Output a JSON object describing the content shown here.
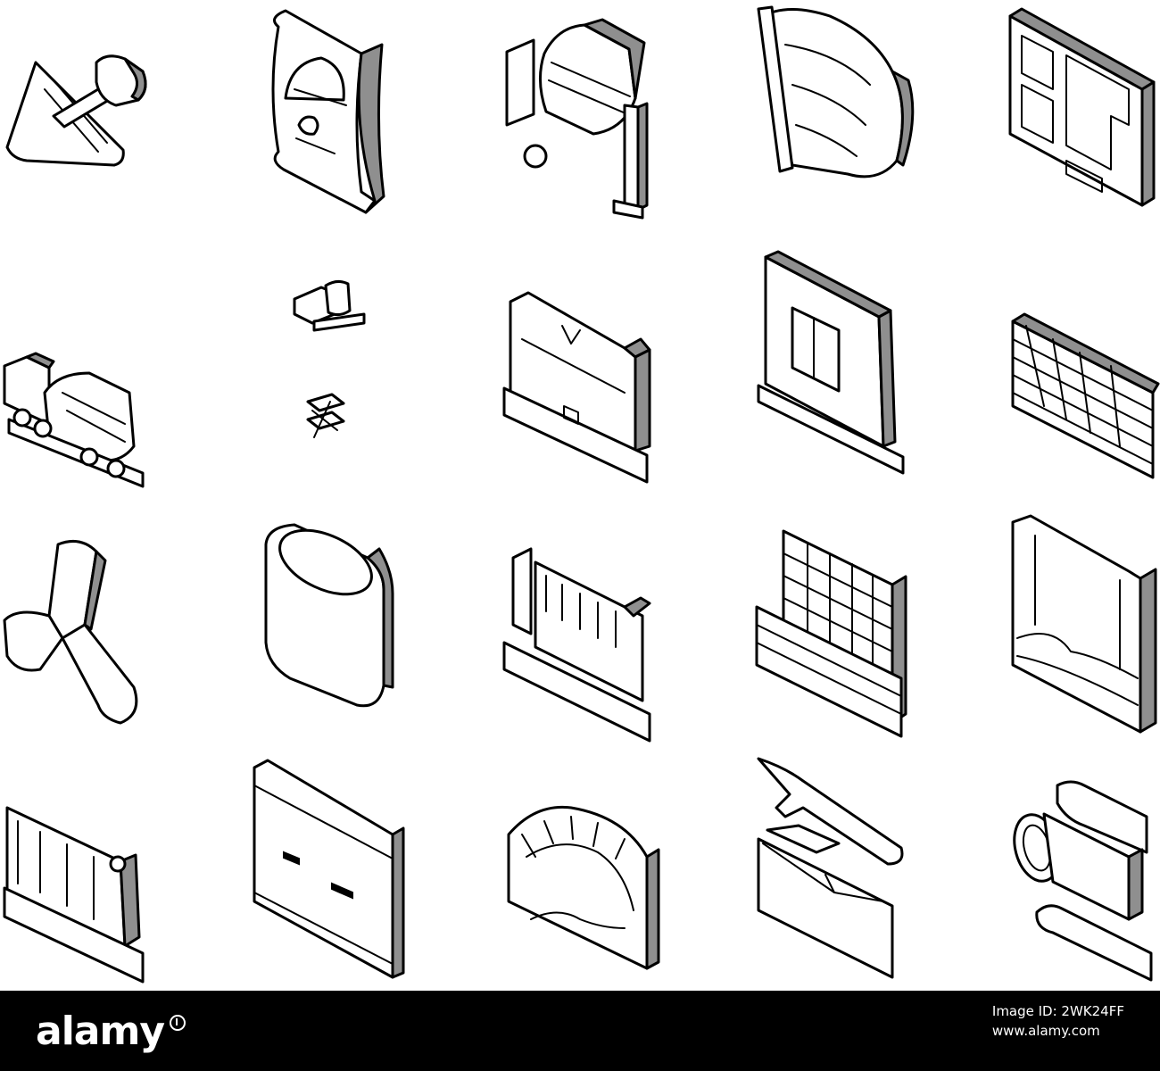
{
  "image": {
    "icons": [
      {
        "name": "trowel-icon"
      },
      {
        "name": "cement-bag-icon"
      },
      {
        "name": "concrete-mixer-icon"
      },
      {
        "name": "concrete-sheet-icon"
      },
      {
        "name": "concrete-formwork-panel-icon"
      },
      {
        "name": "concrete-mixer-truck-icon"
      },
      {
        "name": "concrete-block-small-icon"
      },
      {
        "name": "gable-wall-panel-icon"
      },
      {
        "name": "wall-panel-with-window-icon"
      },
      {
        "name": "stacked-wall-icon"
      },
      {
        "name": "tetrapod-block-icon"
      },
      {
        "name": "concrete-ring-icon"
      },
      {
        "name": "wall-construction-icon"
      },
      {
        "name": "building-construction-icon"
      },
      {
        "name": "retaining-wall-icon"
      },
      {
        "name": "concrete-barrier-icon"
      },
      {
        "name": "road-slab-icon"
      },
      {
        "name": "arch-bridge-icon"
      },
      {
        "name": "airport-runway-icon"
      },
      {
        "name": "concrete-pipes-icon"
      }
    ]
  },
  "footer": {
    "logo": "alamy",
    "image_id_label": "Image ID: 2WK24FF",
    "site": "www.alamy.com",
    "background": "#000000",
    "text_color": "#ffffff"
  }
}
